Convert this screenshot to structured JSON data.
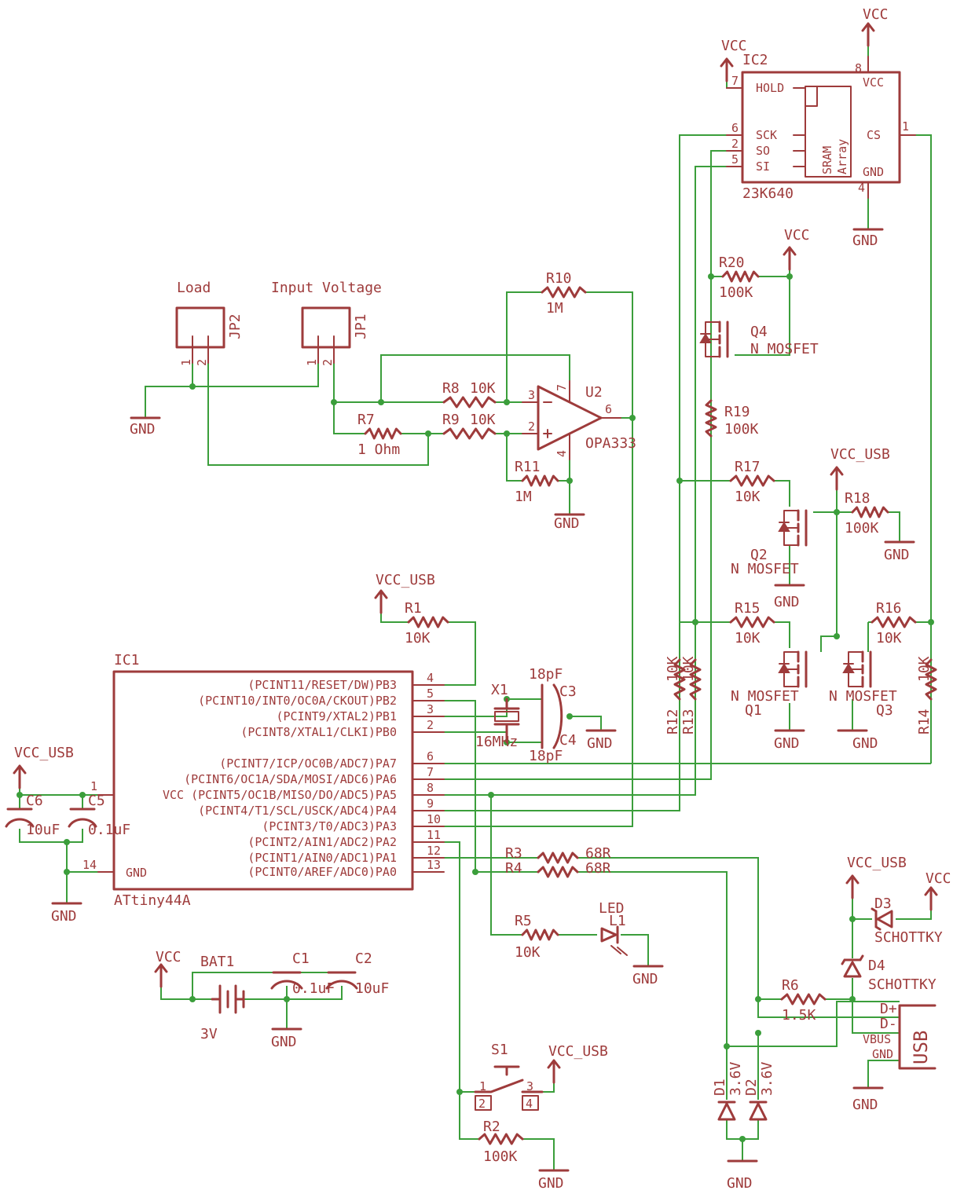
{
  "supply": {
    "vcc": "VCC",
    "vcc_usb": "VCC_USB",
    "gnd": "GND"
  },
  "ic1": {
    "name": "IC1",
    "value": "ATtiny44A",
    "pins": [
      {
        "label": "(PCINT11/RESET/DW)PB3",
        "num": "4"
      },
      {
        "label": "(PCINT10/INT0/OC0A/CKOUT)PB2",
        "num": "5"
      },
      {
        "label": "(PCINT9/XTAL2)PB1",
        "num": "3"
      },
      {
        "label": "(PCINT8/XTAL1/CLKI)PB0",
        "num": "2"
      },
      {
        "label": "(PCINT7/ICP/OC0B/ADC7)PA7",
        "num": "6"
      },
      {
        "label": "(PCINT6/OC1A/SDA/MOSI/ADC6)PA6",
        "num": "7"
      },
      {
        "label": "VCC (PCINT5/OC1B/MISO/DO/ADC5)PA5",
        "num": "8"
      },
      {
        "label": "(PCINT4/T1/SCL/USCK/ADC4)PA4",
        "num": "9"
      },
      {
        "label": "(PCINT3/T0/ADC3)PA3",
        "num": "10"
      },
      {
        "label": "(PCINT2/AIN1/ADC2)PA2",
        "num": "11"
      },
      {
        "label": "(PCINT1/AIN0/ADC1)PA1",
        "num": "12"
      },
      {
        "label": "(PCINT0/AREF/ADC0)PA0",
        "num": "13"
      }
    ],
    "pin_vcc": "1",
    "pin_gnd_num": "14",
    "pin_gnd_label": "GND"
  },
  "ic2": {
    "name": "IC2",
    "value": "23K640",
    "pins_left": [
      {
        "label": "HOLD",
        "num": "7"
      },
      {
        "label": "SCK",
        "num": "6"
      },
      {
        "label": "SO",
        "num": "2"
      },
      {
        "label": "SI",
        "num": "5"
      }
    ],
    "pin_cs": {
      "label": "CS",
      "num": "1"
    },
    "pin_vcc": {
      "label": "VCC",
      "num": "8"
    },
    "pin_gnd": {
      "label": "GND",
      "num": "4"
    },
    "inner_line1": "SRAM",
    "inner_line2": "Array"
  },
  "opamp": {
    "name": "U2",
    "value": "OPA333",
    "pin_inv": "3",
    "pin_noninv": "2",
    "pin_out": "6",
    "pin_v": "7",
    "pin_g": "4"
  },
  "connectors": [
    {
      "name": "JP2",
      "title": "Load",
      "pin1": "1",
      "pin2": "2"
    },
    {
      "name": "JP1",
      "title": "Input Voltage",
      "pin1": "1",
      "pin2": "2"
    }
  ],
  "resistors": {
    "R1": {
      "name": "R1",
      "value": "10K"
    },
    "R2": {
      "name": "R2",
      "value": "100K"
    },
    "R3": {
      "name": "R3",
      "value": "68R"
    },
    "R4": {
      "name": "R4",
      "value": "68R"
    },
    "R5": {
      "name": "R5",
      "value": "10K"
    },
    "R6": {
      "name": "R6",
      "value": "1.5K"
    },
    "R7": {
      "name": "R7",
      "value": "1 Ohm"
    },
    "R8": {
      "name": "R8",
      "value": "10K"
    },
    "R9": {
      "name": "R9",
      "value": "10K"
    },
    "R10": {
      "name": "R10",
      "value": "1M"
    },
    "R11": {
      "name": "R11",
      "value": "1M"
    },
    "R12": {
      "name": "R12",
      "value": "10K"
    },
    "R13": {
      "name": "R13",
      "value": "10K"
    },
    "R14": {
      "name": "R14",
      "value": "10K"
    },
    "R15": {
      "name": "R15",
      "value": "10K"
    },
    "R16": {
      "name": "R16",
      "value": "10K"
    },
    "R17": {
      "name": "R17",
      "value": "10K"
    },
    "R18": {
      "name": "R18",
      "value": "100K"
    },
    "R19": {
      "name": "R19",
      "value": "100K"
    },
    "R20": {
      "name": "R20",
      "value": "100K"
    }
  },
  "capacitors": {
    "C1": {
      "name": "C1",
      "value": "0.1uF"
    },
    "C2": {
      "name": "C2",
      "value": "10uF"
    },
    "C3": {
      "name": "C3",
      "value": "18pF"
    },
    "C4": {
      "name": "C4",
      "value": "18pF"
    },
    "C5": {
      "name": "C5",
      "value": "0.1uF"
    },
    "C6": {
      "name": "C6",
      "value": "10uF"
    }
  },
  "crystal": {
    "name": "X1",
    "value": "16MHz"
  },
  "mosfets": {
    "Q1": {
      "name": "Q1",
      "value": "N MOSFET"
    },
    "Q2": {
      "name": "Q2",
      "value": "N MOSFET"
    },
    "Q3": {
      "name": "Q3",
      "value": "N MOSFET"
    },
    "Q4": {
      "name": "Q4",
      "value": "N MOSFET"
    }
  },
  "diodes": {
    "D1": {
      "name": "D1",
      "value": "3.6V"
    },
    "D2": {
      "name": "D2",
      "value": "3.6V"
    },
    "D3": {
      "name": "D3",
      "value": "SCHOTTKY"
    },
    "D4": {
      "name": "D4",
      "value": "SCHOTTKY"
    }
  },
  "led": {
    "name": "L1",
    "value": "LED"
  },
  "battery": {
    "name": "BAT1",
    "value": "3V"
  },
  "switch": {
    "name": "S1",
    "pin1": "1",
    "pin2": "2",
    "pin3": "3",
    "pin4": "4"
  },
  "usb": {
    "name": "USB",
    "pins": [
      "D+",
      "D-",
      "VBUS",
      "GND"
    ]
  }
}
